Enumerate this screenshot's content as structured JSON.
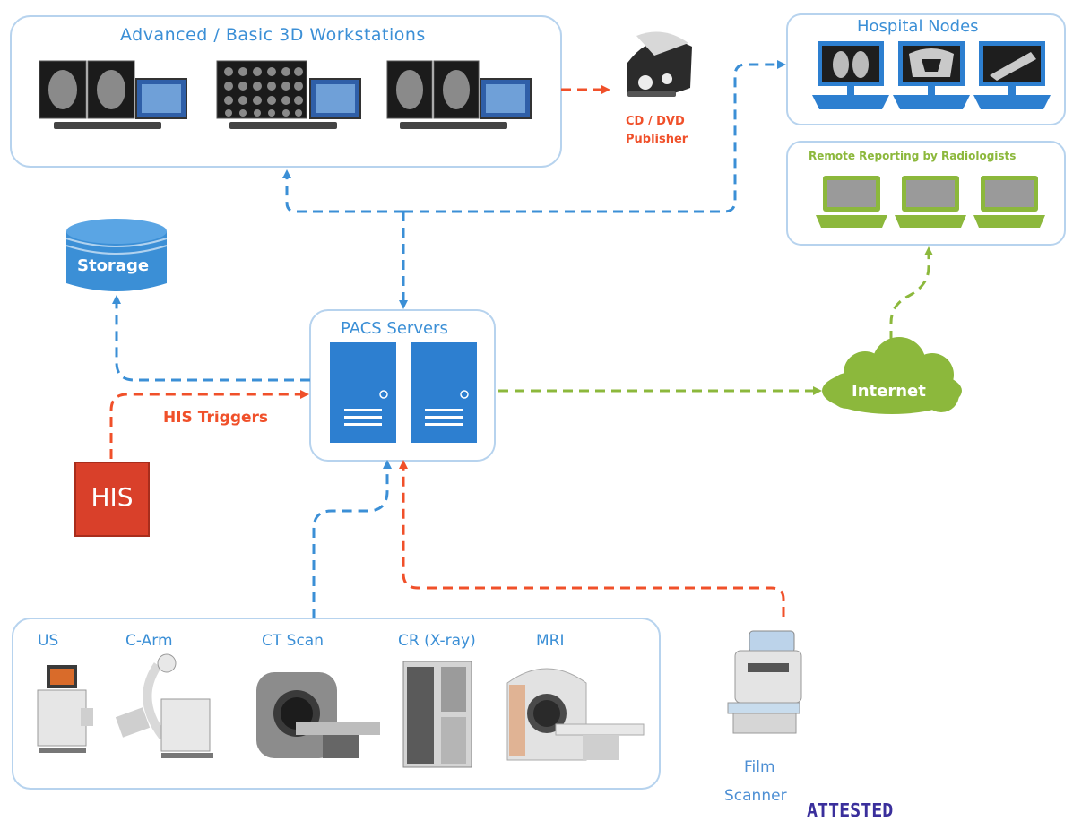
{
  "workstations": {
    "title": "Advanced / Basic 3D Workstations"
  },
  "publisher": {
    "line1": "CD / DVD",
    "line2": "Publisher"
  },
  "hospital_nodes": {
    "title": "Hospital Nodes"
  },
  "remote_reporting": {
    "title": "Remote Reporting by Radiologists"
  },
  "storage": {
    "label": "Storage"
  },
  "pacs": {
    "title": "PACS Servers"
  },
  "internet": {
    "label": "Internet"
  },
  "his_triggers": {
    "label": "HIS Triggers"
  },
  "his": {
    "label": "HIS"
  },
  "modalities": {
    "items": [
      "US",
      "C-Arm",
      "CT Scan",
      "CR (X-ray)",
      "MRI"
    ]
  },
  "film_scanner": {
    "line1": "Film",
    "line2": "Scanner"
  },
  "stamp": {
    "text": "ATTESTED"
  },
  "colors": {
    "blue": "#3b8fd6",
    "orange": "#f0502a",
    "green": "#8cb83c",
    "his_red": "#d9402a"
  }
}
